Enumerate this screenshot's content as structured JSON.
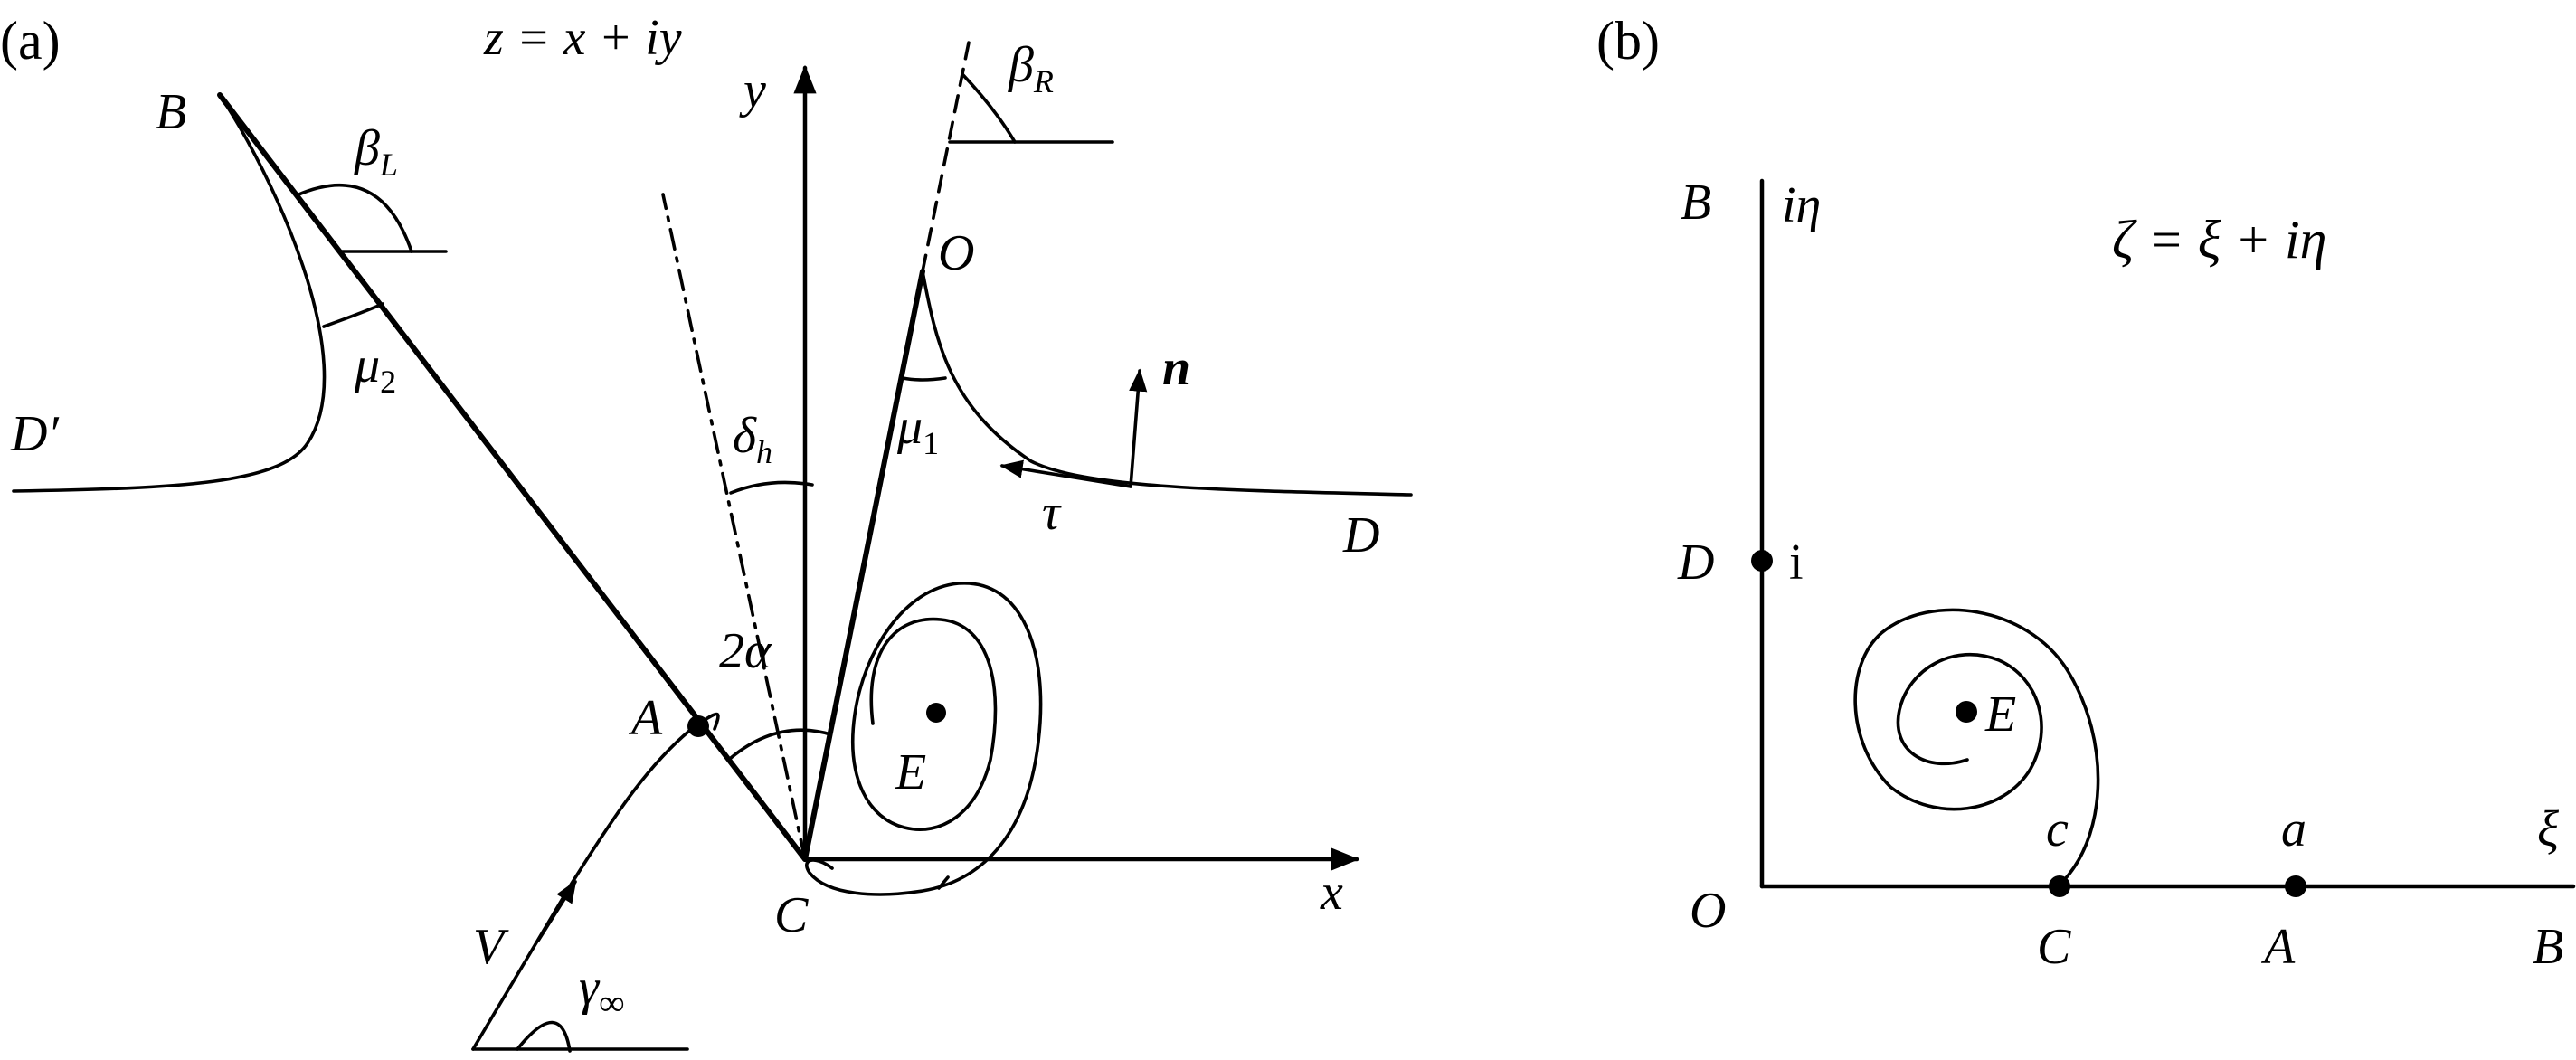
{
  "panel_a": {
    "label": "(a)",
    "plane_eq": "z = x + iy",
    "axis_y": "y",
    "axis_x": "x",
    "points": {
      "B": "B",
      "O": "O",
      "A": "A",
      "C": "C",
      "D": "D",
      "D_prime": "D′",
      "E": "E",
      "V": "V"
    },
    "angles": {
      "beta_L": "β",
      "beta_L_sub": "L",
      "beta_R": "β",
      "beta_R_sub": "R",
      "mu_1": "μ",
      "mu_1_sub": "1",
      "mu_2": "μ",
      "mu_2_sub": "2",
      "delta_h": "δ",
      "delta_h_sub": "h",
      "two_alpha": "2α",
      "gamma_inf": "γ",
      "gamma_inf_sub": "∞"
    },
    "vectors": {
      "n": "n",
      "tau": "τ"
    }
  },
  "panel_b": {
    "label": "(b)",
    "plane_eq": "ζ = ξ + iη",
    "axis_eta": "iη",
    "axis_xi": "ξ",
    "points": {
      "B_top": "B",
      "B_right": "B",
      "D": "D",
      "i": "i",
      "O": "O",
      "C": "C",
      "A": "A",
      "E": "E",
      "c": "c",
      "a": "a"
    }
  }
}
